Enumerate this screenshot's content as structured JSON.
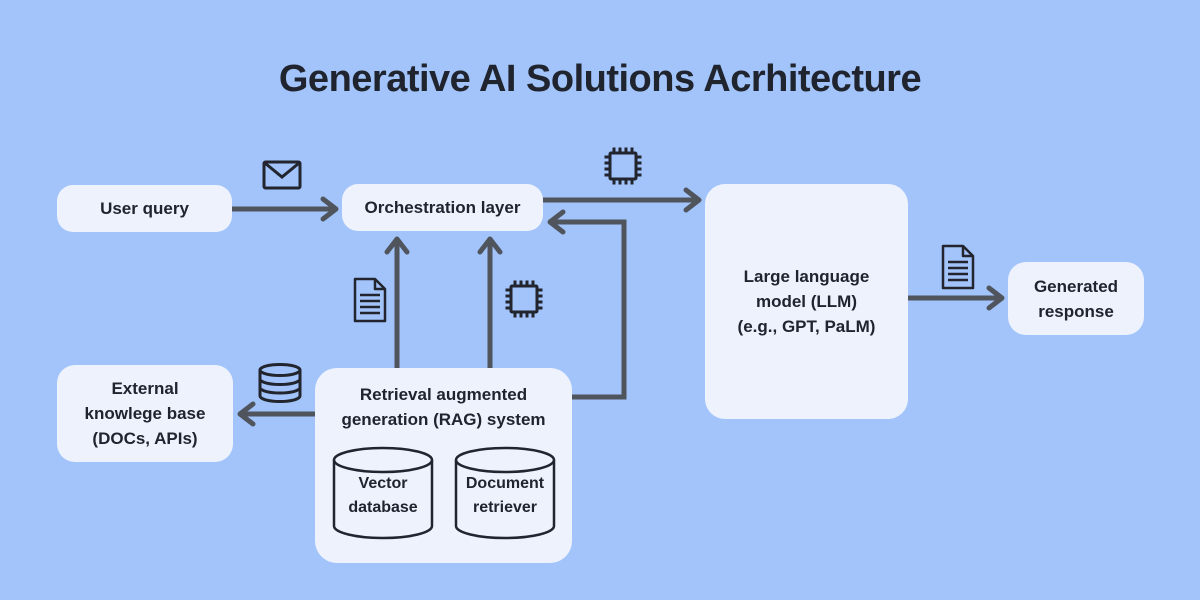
{
  "title": "Generative AI Solutions Acrhitecture",
  "colors": {
    "background": "#a2c4fa",
    "node_fill": "#edf2fd",
    "arrow": "#50555d",
    "icon_stroke": "#22252e",
    "text": "#20242e"
  },
  "nodes": {
    "user_query": {
      "label": "User query"
    },
    "orchestration": {
      "label": "Orchestration layer"
    },
    "llm": {
      "label": "Large language\nmodel (LLM)\n(e.g., GPT, PaLM)"
    },
    "generated_response": {
      "label": "Generated\nresponse"
    },
    "external_kb": {
      "label": "External\nknowlege base\n(DOCs, APIs)"
    },
    "rag": {
      "label": "Retrieval augmented\ngeneration (RAG) system"
    },
    "vector_db": {
      "label": "Vector\ndatabase"
    },
    "doc_retriever": {
      "label": "Document\nretriever"
    }
  },
  "edges": [
    {
      "from": "user_query",
      "to": "orchestration",
      "icon": "mail-icon"
    },
    {
      "from": "orchestration",
      "to": "llm",
      "icon": "chip-icon"
    },
    {
      "from": "rag",
      "to": "orchestration",
      "icon": "document-icon"
    },
    {
      "from": "rag",
      "to": "orchestration",
      "icon": "chip-icon"
    },
    {
      "from": "rag",
      "to": "orchestration",
      "icon": null
    },
    {
      "from": "llm",
      "to": "generated_response",
      "icon": "document-icon"
    },
    {
      "from": "rag",
      "to": "external_kb",
      "icon": "database-icon"
    }
  ]
}
